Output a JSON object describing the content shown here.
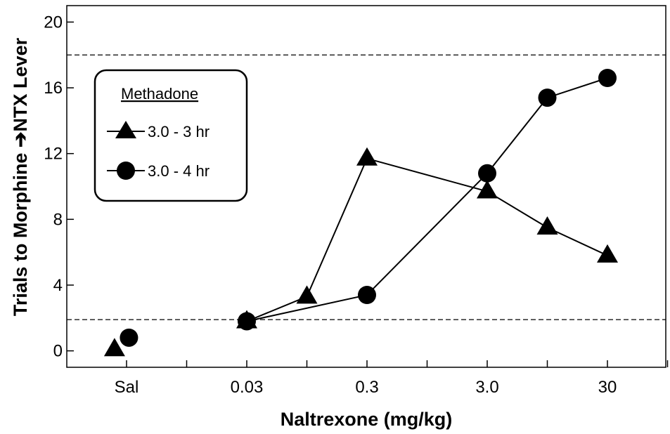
{
  "chart_data": {
    "type": "line",
    "xlabel": "Naltrexone  (mg/kg)",
    "ylabel": "Trials to Morphine ➔NTX Lever",
    "ylim": [
      -1,
      21
    ],
    "yticks": [
      0,
      4,
      8,
      12,
      16,
      20
    ],
    "xlim": [
      -0.5,
      4.5
    ],
    "xticks": [
      {
        "x": 0,
        "label": "Sal"
      },
      {
        "x": 1,
        "label": "0.03"
      },
      {
        "x": 2,
        "label": "0.3"
      },
      {
        "x": 3,
        "label": "3.0"
      },
      {
        "x": 4,
        "label": "30"
      }
    ],
    "minor_xticks": [
      0.5,
      1.5,
      2.5,
      3.5,
      4.5
    ],
    "reference_lines": [
      1.9,
      18
    ],
    "grid": false,
    "legend": {
      "title": "Methadone",
      "placement": "upper-left",
      "entries": [
        "3.0 - 3 hr",
        "3.0 - 4 hr"
      ]
    },
    "series": [
      {
        "name": "3.0 - 3 hr",
        "marker": "triangle",
        "points": [
          {
            "x": -0.1,
            "y": 0.1,
            "connected": false
          },
          {
            "x": 1,
            "y": 1.8,
            "connected": true
          },
          {
            "x": 1.5,
            "y": 3.3,
            "connected": true
          },
          {
            "x": 2,
            "y": 11.7,
            "connected": true
          },
          {
            "x": 3,
            "y": 9.7,
            "connected": true
          },
          {
            "x": 3.5,
            "y": 7.5,
            "connected": true
          },
          {
            "x": 4,
            "y": 5.8,
            "connected": true
          }
        ]
      },
      {
        "name": "3.0 - 4 hr",
        "marker": "circle",
        "points": [
          {
            "x": 0.02,
            "y": 0.8,
            "connected": false
          },
          {
            "x": 1,
            "y": 1.8,
            "connected": true
          },
          {
            "x": 2,
            "y": 3.4,
            "connected": true
          },
          {
            "x": 3,
            "y": 10.8,
            "connected": true
          },
          {
            "x": 3.5,
            "y": 15.4,
            "connected": true
          },
          {
            "x": 4,
            "y": 16.6,
            "connected": true
          }
        ]
      }
    ]
  }
}
